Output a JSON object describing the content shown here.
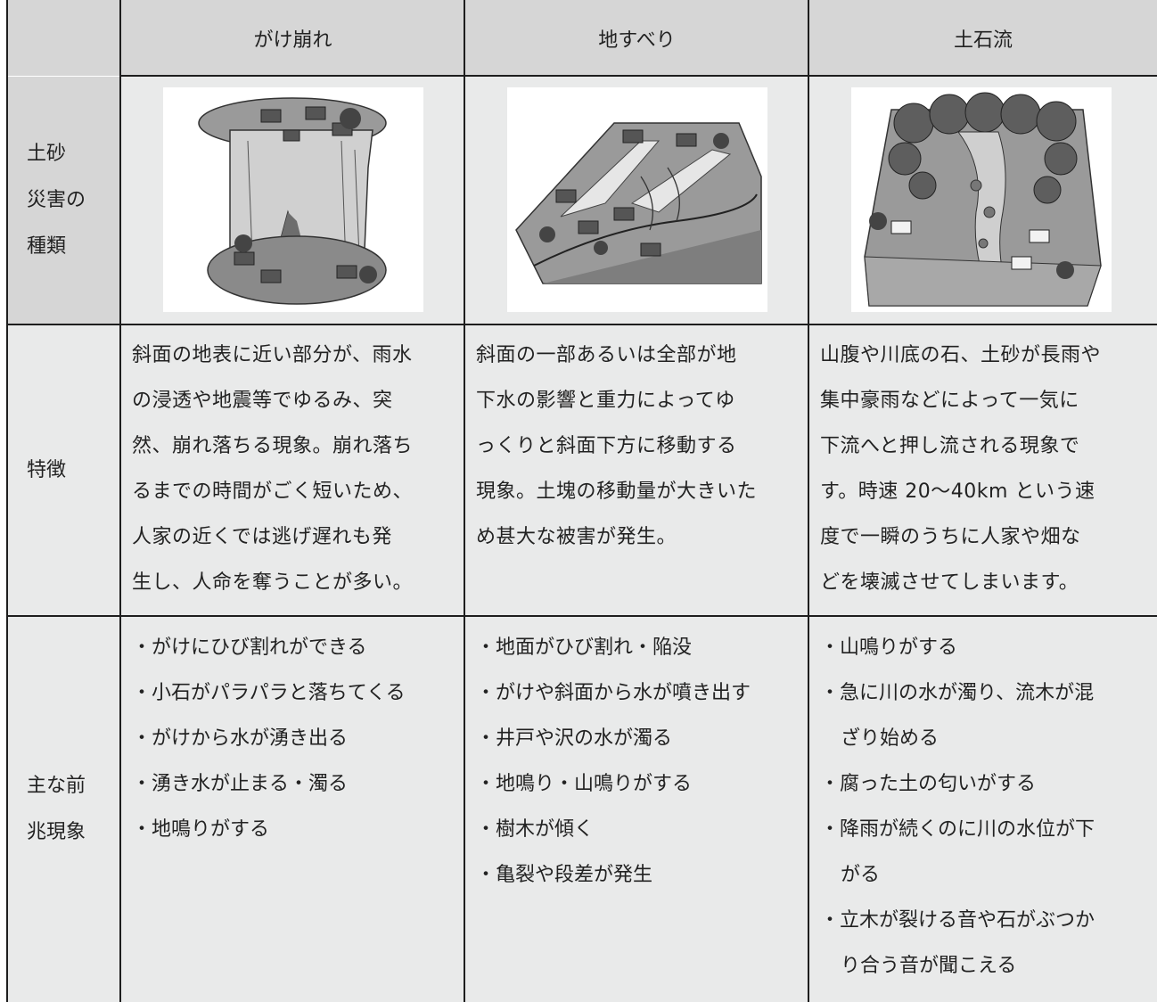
{
  "header": {
    "col1": "がけ崩れ",
    "col2": "地すべり",
    "col3": "土石流"
  },
  "rows": {
    "types": {
      "label_lines": [
        "土砂",
        "災害の",
        "種類"
      ]
    },
    "features": {
      "label": "特徴"
    },
    "signs": {
      "label_lines": [
        "主な前",
        "兆現象"
      ]
    }
  },
  "illustrations": {
    "col1_icon": "cliff-collapse-illustration",
    "col2_icon": "landslide-illustration",
    "col3_icon": "debris-flow-illustration"
  },
  "features": {
    "col1": [
      "斜面の地表に近い部分が、雨水",
      "の浸透や地震等でゆるみ、突",
      "然、崩れ落ちる現象。崩れ落ち",
      "るまでの時間がごく短いため、",
      "人家の近くでは逃げ遅れも発",
      "生し、人命を奪うことが多い。"
    ],
    "col2": [
      "斜面の一部あるいは全部が地",
      "下水の影響と重力によってゆ",
      "っくりと斜面下方に移動する",
      "現象。土塊の移動量が大きいた",
      "め甚大な被害が発生。"
    ],
    "col3": [
      "山腹や川底の石、土砂が長雨や",
      "集中豪雨などによって一気に",
      "下流へと押し流される現象で",
      "す。時速 20～40km という速",
      "度で一瞬のうちに人家や畑な",
      "どを壊滅させてしまいます。"
    ]
  },
  "signs": {
    "col1": [
      "・がけにひび割れができる",
      "・小石がパラパラと落ちてくる",
      "・がけから水が湧き出る",
      "・湧き水が止まる・濁る",
      "・地鳴りがする"
    ],
    "col2": [
      "・地面がひび割れ・陥没",
      "・がけや斜面から水が噴き出す",
      "・井戸や沢の水が濁る",
      "・地鳴り・山鳴りがする",
      "・樹木が傾く",
      "・亀裂や段差が発生"
    ],
    "col3": [
      "・山鳴りがする",
      "・急に川の水が濁り、流木が混",
      "ざり始める",
      "・腐った土の匂いがする",
      "・降雨が続くのに川の水位が下",
      "がる",
      "・立木が裂ける音や石がぶつか",
      "り合う音が聞こえる"
    ]
  },
  "colors": {
    "header_bg": "#d6d6d6",
    "cell_bg": "#e9eaea",
    "border": "#1e1e1e",
    "text": "#222222"
  }
}
